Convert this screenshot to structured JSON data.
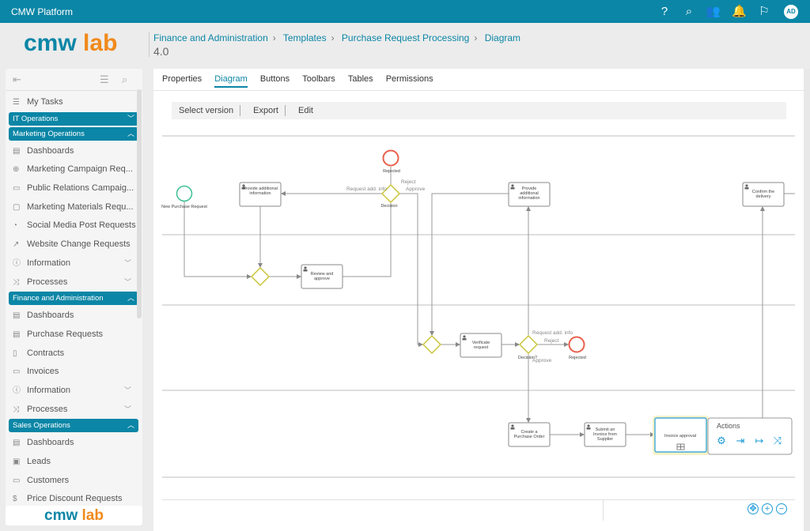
{
  "topbar": {
    "title": "CMW Platform",
    "icons": [
      "help-icon",
      "search-icon",
      "users-icon",
      "bell-icon",
      "flag-icon"
    ],
    "avatar": "AD",
    "color": "#0b86a6"
  },
  "header": {
    "logo_a": "cmw",
    "logo_b": "lab",
    "breadcrumb": [
      "Finance and Administration",
      "Templates",
      "Purchase Request Processing",
      "Diagram"
    ],
    "version": "4.0"
  },
  "sidebar": {
    "my_tasks": "My Tasks",
    "groups": [
      {
        "label": "IT Operations",
        "expanded": false,
        "items": []
      },
      {
        "label": "Marketing Operations",
        "expanded": true,
        "items": [
          "Dashboards",
          "Marketing Campaign Req...",
          "Public Relations Campaig...",
          "Marketing Materials Requ...",
          "Social Media Post Requests",
          "Website Change Requests",
          "Information",
          "Processes"
        ]
      },
      {
        "label": "Finance and Administration",
        "expanded": true,
        "items": [
          "Dashboards",
          "Purchase Requests",
          "Contracts",
          "Invoices",
          "Information",
          "Processes"
        ]
      },
      {
        "label": "Sales Operations",
        "expanded": true,
        "items": [
          "Dashboards",
          "Leads",
          "Customers",
          "Price Discount Requests"
        ]
      }
    ]
  },
  "tabs": [
    "Properties",
    "Diagram",
    "Buttons",
    "Toolbars",
    "Tables",
    "Permissions"
  ],
  "active_tab": "Diagram",
  "toolbar": [
    "Select version",
    "Export",
    "Edit"
  ],
  "diagram": {
    "start": "New Purchase Request",
    "tasks": {
      "provide1": "Provide additional information",
      "review": "Review and approve",
      "provide2": "Provide additional information",
      "confirm": "Confirm the delivery",
      "verificate": "Verificate request",
      "create_po": "Create a Purchase Order",
      "submit_invoice": "Submit an Invoice from Supplier",
      "invoice_approval": "Invoice approval"
    },
    "gateways": {
      "decision1": "Decision",
      "decision2": "Decision?"
    },
    "ends": {
      "rejected1": "Rejected",
      "rejected2": "Rejected"
    },
    "flows": {
      "reject1": "Reject",
      "info1": "Request add. info",
      "approve1": "Approve",
      "info2": "Request add. info",
      "reject2": "Reject",
      "approve2": "Approve"
    },
    "actions_title": "Actions",
    "action_icons": [
      "gear-icon",
      "enter-icon",
      "exit-icon",
      "shuffle-icon"
    ],
    "colors": {
      "start": "#3cc194",
      "end": "#e8604c",
      "gateway": "#c9c53a",
      "selected": "#1e9bd7"
    }
  }
}
